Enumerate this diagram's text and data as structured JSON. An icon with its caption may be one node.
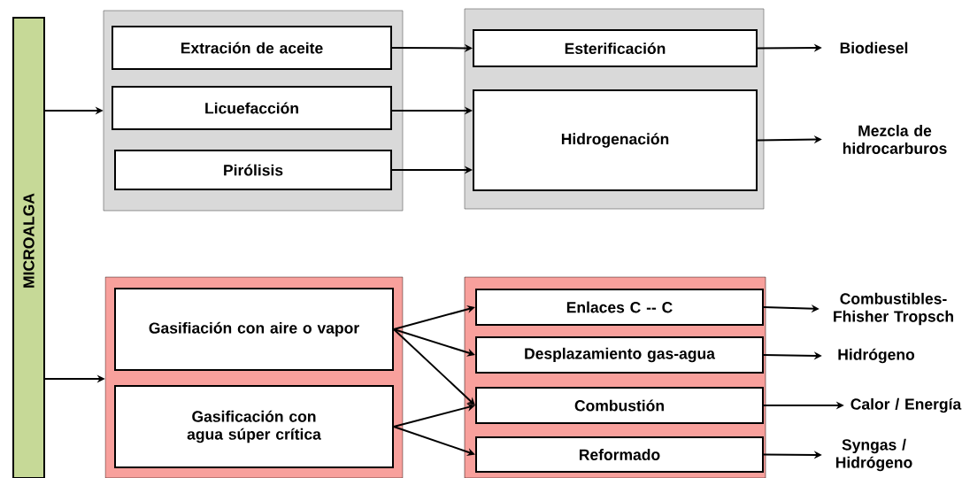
{
  "diagram": {
    "nodes": [
      {
        "text": [
          "MICROALGA"
        ]
      },
      {
        "text": [],
        "shape": "box"
      },
      {
        "text": [
          "Extración de aceite"
        ],
        "in": 1
      },
      {
        "text": [
          "Licuefacción"
        ],
        "in": 1
      },
      {
        "text": [
          "Pirólisis"
        ],
        "in": 1
      },
      {
        "text": [],
        "shape": "box"
      },
      {
        "text": [
          "Esterificación"
        ],
        "in": 5
      },
      {
        "text": [
          "Hidrogenación"
        ],
        "in": 5
      },
      {
        "text": [
          "Biodiesel"
        ]
      },
      {
        "text": [
          "Mezcla de hidrocarburos"
        ]
      },
      {
        "text": [],
        "shape": "box"
      },
      {
        "text": [
          "Gasifiación con aire o vapor"
        ],
        "in": 10
      },
      {
        "text": [
          "Gasificación con agua súper crítica"
        ],
        "in": 10
      },
      {
        "text": [],
        "shape": "box"
      },
      {
        "text": [
          "Enlaces C -- C"
        ],
        "in": 13
      },
      {
        "text": [
          "Desplazamiento gas-agua"
        ],
        "in": 13
      },
      {
        "text": [
          "Combustión"
        ],
        "in": 13
      },
      {
        "text": [
          "Reformado"
        ],
        "in": 13
      },
      {
        "text": [
          "Combustibles-Fhisher Tropsch"
        ]
      },
      {
        "text": [
          "Hidrógeno"
        ]
      },
      {
        "text": [
          "Calor / Energía"
        ]
      },
      {
        "text": [
          "Syngas / Hidrógeno"
        ]
      }
    ],
    "edges": [
      {
        "from": 0,
        "to": 1,
        "arrow": "to"
      },
      {
        "from": 0,
        "to": 10,
        "arrow": "to"
      },
      {
        "from": 2,
        "to": 6,
        "arrow": "to"
      },
      {
        "from": 3,
        "to": 7,
        "arrow": "to"
      },
      {
        "from": 4,
        "to": 7,
        "arrow": "to"
      },
      {
        "from": 6,
        "to": 8,
        "arrow": "to"
      },
      {
        "from": 7,
        "to": 9,
        "arrow": "to"
      },
      {
        "from": 11,
        "to": 14,
        "arrow": "to"
      },
      {
        "from": 11,
        "to": 15,
        "arrow": "to"
      },
      {
        "from": 11,
        "to": 16,
        "arrow": "to"
      },
      {
        "from": 12,
        "to": 16,
        "arrow": "to"
      },
      {
        "from": 12,
        "to": 17,
        "arrow": "to"
      },
      {
        "from": 14,
        "to": 18,
        "arrow": "to"
      },
      {
        "from": 15,
        "to": 19,
        "arrow": "to"
      },
      {
        "from": 16,
        "to": 20,
        "arrow": "to"
      },
      {
        "from": 17,
        "to": 21,
        "arrow": "to"
      }
    ]
  }
}
